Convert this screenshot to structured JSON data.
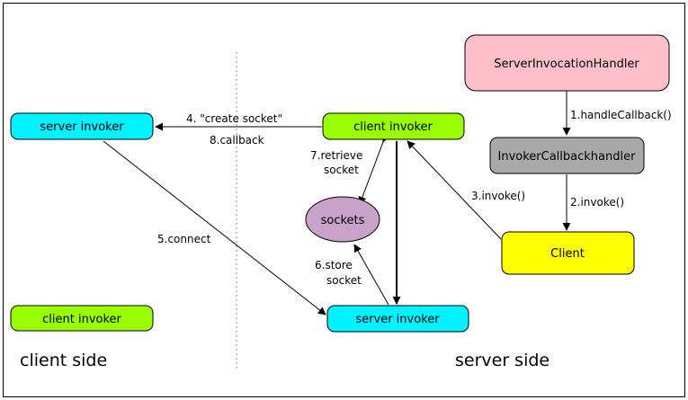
{
  "labels": {
    "client_side": "client side",
    "server_side": "server side"
  },
  "nodes": {
    "client_server_invoker": "server invoker",
    "client_client_invoker": "client invoker",
    "server_client_invoker": "client invoker",
    "sockets": "sockets",
    "server_server_invoker": "server invoker",
    "server_invocation_handler": "ServerInvocationHandler",
    "invoker_callback_handler": "InvokerCallbackhandler",
    "client": "Client"
  },
  "edges": {
    "create_socket": "4. \"create socket\"",
    "callback": "8.callback",
    "retrieve_1": "7.retrieve",
    "retrieve_2": "socket",
    "connect": "5.connect",
    "store_1": "6.store",
    "store_2": "socket",
    "handle_callback": "1.handleCallback()",
    "invoke_2": "2.invoke()",
    "invoke_3": "3.invoke()"
  },
  "colors": {
    "cyan": "#00f2ff",
    "lime": "#99ff00",
    "pink": "#ffc0cb",
    "gray": "#a9a9a9",
    "yellow": "#ffff00",
    "lavender": "#c8a2c8"
  }
}
